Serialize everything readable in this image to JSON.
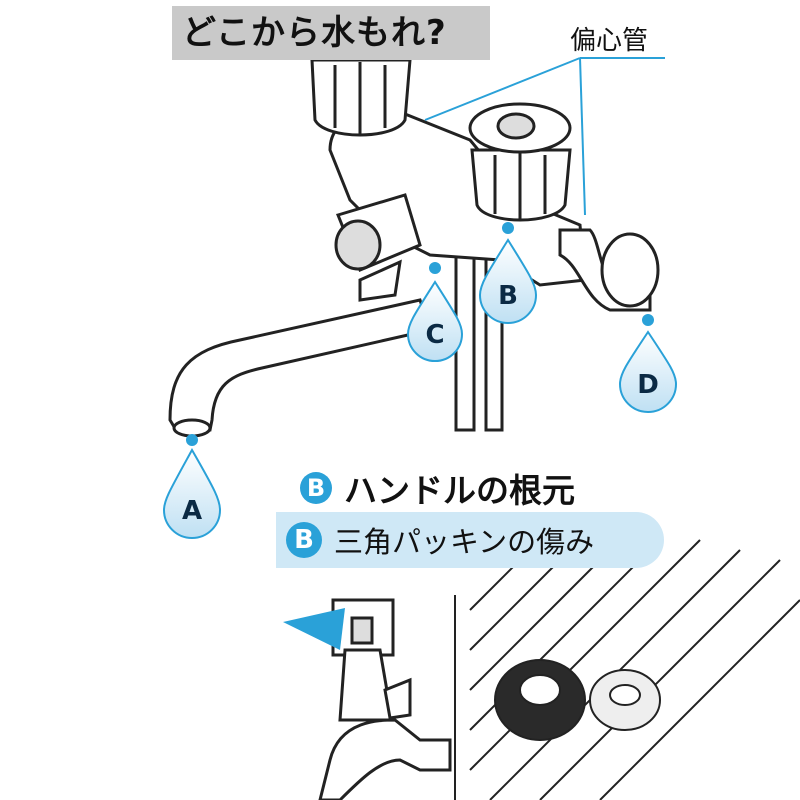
{
  "title": "どこから水もれ?",
  "callout_label": "偏心管",
  "drops": [
    "A",
    "B",
    "C",
    "D"
  ],
  "legend": {
    "row1": {
      "badge": "B",
      "text": "ハンドルの根元"
    },
    "row2": {
      "badge": "B",
      "text": "三角パッキンの傷み"
    }
  },
  "colors": {
    "accent": "#2aa1d8",
    "drop_light": "#cfe8f6",
    "title_bg": "#c9c9c9"
  }
}
